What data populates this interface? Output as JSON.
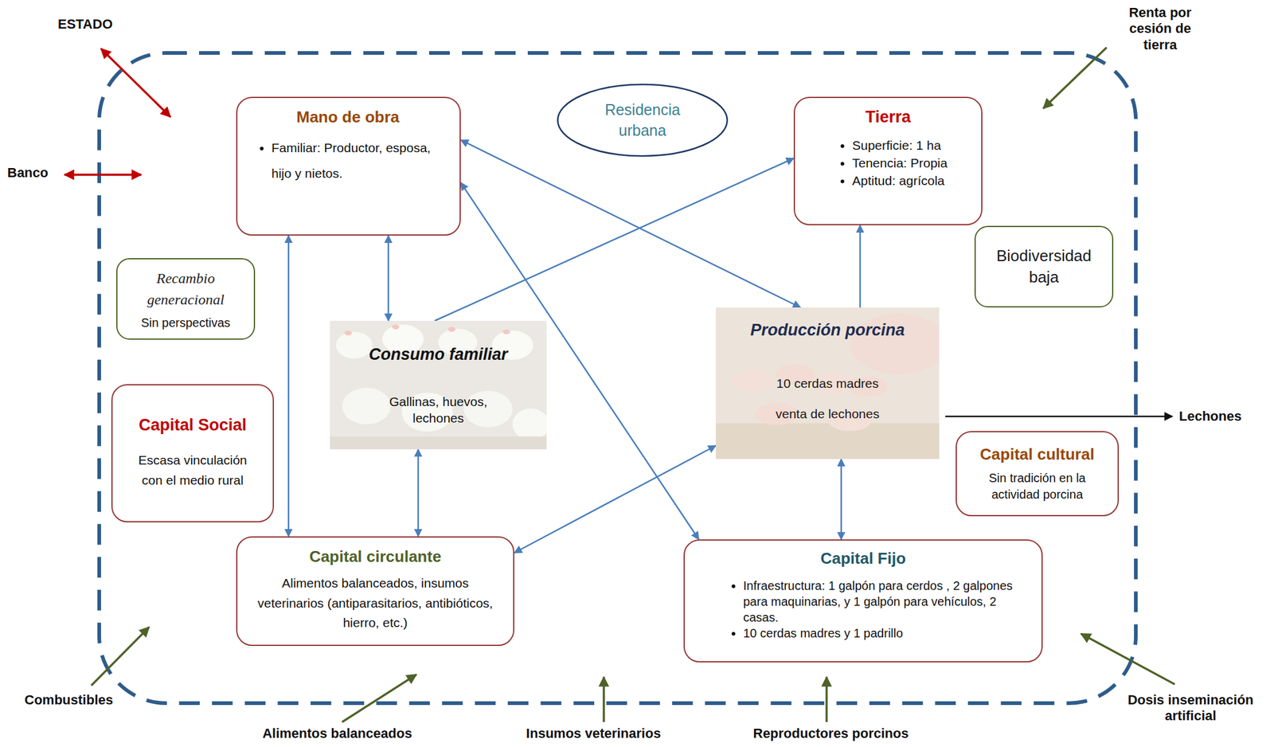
{
  "diagram": {
    "nodes": [
      {
        "text": [
          "Mano de obra",
          "Familiar: Productor, esposa, hijo y nietos."
        ]
      },
      {
        "text": [
          "Residencia urbana"
        ]
      },
      {
        "text": [
          "Tierra",
          "Superficie: 1 ha",
          "Tenencia: Propia",
          "Aptitud: agrícola"
        ]
      },
      {
        "text": [
          "Biodiversidad baja"
        ]
      },
      {
        "text": [
          "Recambio generacional",
          "Sin perspectivas"
        ]
      },
      {
        "text": [
          "Consumo familiar",
          "Gallinas, huevos, lechones"
        ]
      },
      {
        "text": [
          "Producción porcina",
          "10 cerdas madres",
          "venta de lechones"
        ]
      },
      {
        "text": [
          "Capital Social",
          "Escasa vinculación con el medio rural"
        ]
      },
      {
        "text": [
          "Capital cultural",
          "Sin tradición en la actividad porcina"
        ]
      },
      {
        "text": [
          "Capital circulante",
          "Alimentos balanceados, insumos veterinarios (antiparasitarios, antibióticos, hierro, etc.)"
        ]
      },
      {
        "text": [
          "Capital Fijo",
          "Infraestructura: 1 galpón para cerdos , 2 galpones para maquinarias, y 1 galpón para vehículos, 2 casas.",
          "10 cerdas madres y 1 padrillo"
        ]
      }
    ],
    "edges": [
      {
        "from": 0,
        "to": 6,
        "arrow": "both"
      },
      {
        "from": 0,
        "to": 10,
        "arrow": "both"
      },
      {
        "from": 0,
        "to": 5,
        "arrow": "both"
      },
      {
        "from": 0,
        "to": 9,
        "arrow": "both"
      },
      {
        "from": 5,
        "to": 2,
        "arrow": "to"
      },
      {
        "from": 5,
        "to": 9,
        "arrow": "both"
      },
      {
        "from": 9,
        "to": 6,
        "arrow": "both"
      },
      {
        "from": 6,
        "to": 2,
        "arrow": "to"
      },
      {
        "from": 6,
        "to": 10,
        "arrow": "both"
      }
    ],
    "labels": [
      "ESTADO",
      "Renta por cesión de tierra",
      "Banco",
      "Lechones",
      "Combustibles",
      "Dosis inseminación artificial",
      "Alimentos balanceados",
      "Insumos veterinarios",
      "Reproductores porcinos"
    ]
  }
}
